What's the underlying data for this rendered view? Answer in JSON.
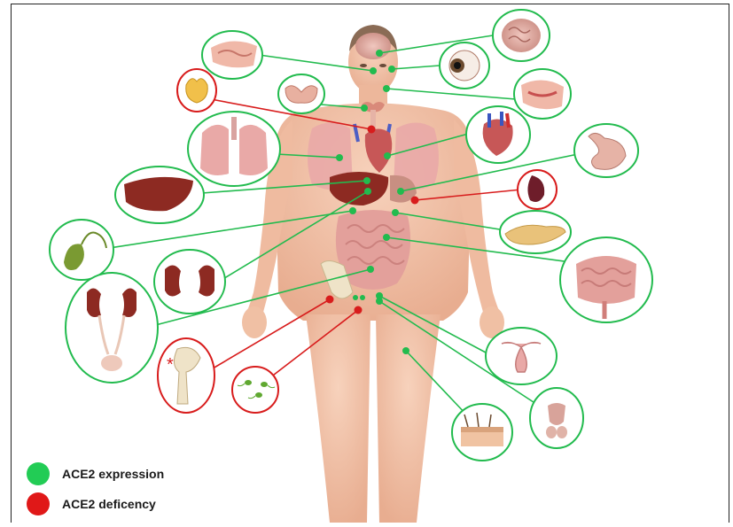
{
  "legend": [
    {
      "label": "ACE2 expression",
      "color": "#22cc55"
    },
    {
      "label": "ACE2 deficency",
      "color": "#e01818"
    }
  ],
  "colors": {
    "expression": "#22bb4e",
    "deficiency": "#d81c1c",
    "skin": "#f2c3a8"
  },
  "organs": [
    {
      "name": "brain",
      "status": "expression"
    },
    {
      "name": "nasal-cavity",
      "status": "expression"
    },
    {
      "name": "eye",
      "status": "expression"
    },
    {
      "name": "oral-cavity",
      "status": "expression"
    },
    {
      "name": "adrenal-gland",
      "status": "deficiency"
    },
    {
      "name": "thyroid",
      "status": "expression"
    },
    {
      "name": "lungs",
      "status": "expression"
    },
    {
      "name": "heart",
      "status": "expression"
    },
    {
      "name": "stomach",
      "status": "expression"
    },
    {
      "name": "spleen",
      "status": "deficiency"
    },
    {
      "name": "liver",
      "status": "expression"
    },
    {
      "name": "pancreas",
      "status": "expression"
    },
    {
      "name": "gallbladder",
      "status": "expression"
    },
    {
      "name": "kidneys",
      "status": "expression"
    },
    {
      "name": "intestine",
      "status": "expression"
    },
    {
      "name": "urinary-system",
      "status": "expression"
    },
    {
      "name": "uterus",
      "status": "expression"
    },
    {
      "name": "hip-bone",
      "status": "deficiency"
    },
    {
      "name": "sperm",
      "status": "deficiency"
    },
    {
      "name": "male-reproductive",
      "status": "expression"
    },
    {
      "name": "skin",
      "status": "expression"
    }
  ]
}
